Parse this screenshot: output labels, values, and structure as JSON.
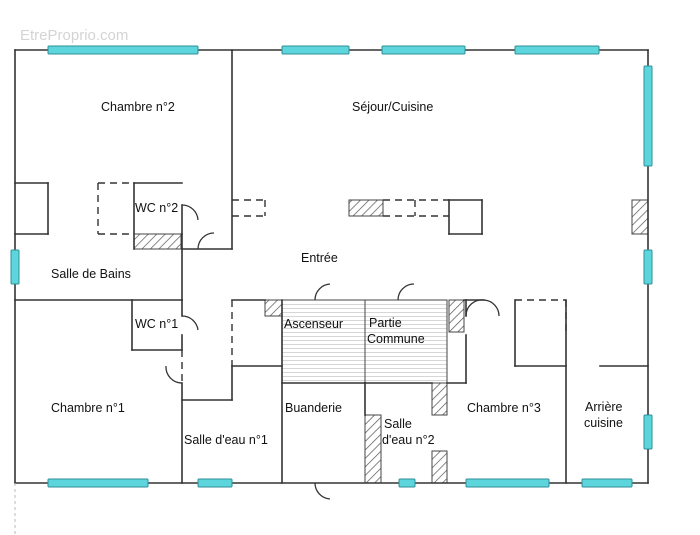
{
  "watermark": "EtreProprio.com",
  "colors": {
    "wall": "#333333",
    "window": "#5cd6dc",
    "window_stroke": "#2f8f96",
    "hatch": "#555555",
    "background": "#ffffff"
  },
  "rooms": {
    "chambre2": "Chambre n°2",
    "sejour": "Séjour/Cuisine",
    "wc2": "WC n°2",
    "entree": "Entrée",
    "salle_bains": "Salle de Bains",
    "wc1": "WC n°1",
    "ascenseur": "Ascenseur",
    "partie_commune_1": "Partie",
    "partie_commune_2": "Commune",
    "chambre1": "Chambre n°1",
    "buanderie": "Buanderie",
    "salle_eau1": "Salle d'eau n°1",
    "salle_eau2_1": "Salle",
    "salle_eau2_2": "d'eau n°2",
    "chambre3": "Chambre n°3",
    "arriere_1": "Arrière",
    "arriere_2": "cuisine"
  }
}
